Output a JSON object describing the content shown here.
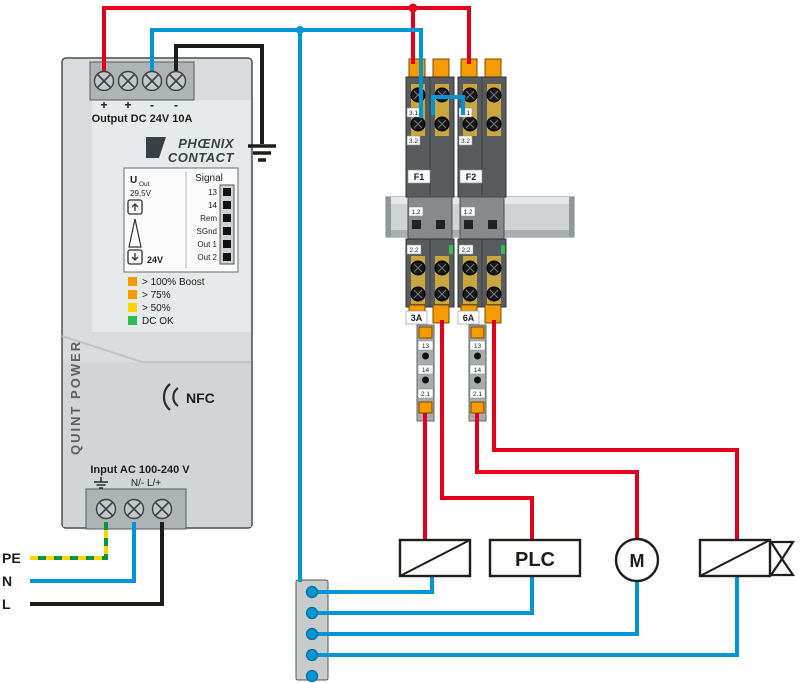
{
  "colors": {
    "wire_red": "#e2001a",
    "wire_blue": "#0096d6",
    "wire_black": "#1d1d1b",
    "pe_green": "#00963f",
    "pe_yellow": "#ffd400",
    "orange": "#f59b00",
    "led_green": "#2fbe4e",
    "led_yellow": "#ffd400"
  },
  "psu": {
    "polarity": [
      "+",
      "+",
      "-",
      "-"
    ],
    "output_label": "Output DC 24V 10A",
    "brand_line1": "PHŒNIX",
    "brand_line2": "CONTACT",
    "u_label": "U",
    "u_sub": "Out",
    "u_value": "29,5V",
    "signal_header": "Signal",
    "pins": [
      "13",
      "14",
      "Rem",
      "SGnd",
      "Out 1",
      "Out 2"
    ],
    "pot_label": "24V",
    "leds": [
      {
        "label": "> 100% Boost",
        "color": "#f59b00"
      },
      {
        "label": "> 75%",
        "color": "#f59b00"
      },
      {
        "label": "> 50%",
        "color": "#ffd400"
      },
      {
        "label": "DC OK",
        "color": "#2fbe4e"
      }
    ],
    "nfc_label": "NFC",
    "side_label": "QUINT POWER",
    "input_label": "Input AC 100-240 V",
    "terminal_label": "N/- L/+"
  },
  "breakers": [
    {
      "name": "F1",
      "rating": "3A",
      "tag_31": "3.1",
      "tag_32": "3.2",
      "tag_12": "1.2",
      "tag_22": "2.2",
      "aux_13": "13",
      "aux_14": "14",
      "aux_21": "2.1"
    },
    {
      "name": "F2",
      "rating": "6A",
      "tag_31": "3.1",
      "tag_32": "3.2",
      "tag_12": "1.2",
      "tag_22": "2.2",
      "aux_13": "13",
      "aux_14": "14",
      "aux_21": "2.1"
    }
  ],
  "loads": {
    "plc": "PLC",
    "motor": "M"
  },
  "mains": {
    "pe": "PE",
    "n": "N",
    "l": "L"
  }
}
